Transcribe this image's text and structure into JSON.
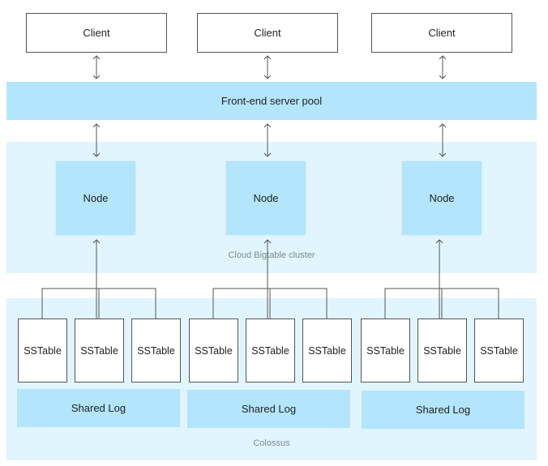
{
  "clients": [
    "Client",
    "Client",
    "Client"
  ],
  "frontend": {
    "label": "Front-end server pool"
  },
  "cluster": {
    "label": "Cloud Bigtable cluster",
    "nodes": [
      "Node",
      "Node",
      "Node"
    ]
  },
  "colossus": {
    "label": "Colossus",
    "groups": [
      {
        "sstables": [
          "SSTable",
          "SSTable",
          "SSTable"
        ],
        "log": "Shared Log"
      },
      {
        "sstables": [
          "SSTable",
          "SSTable",
          "SSTable"
        ],
        "log": "Shared Log"
      },
      {
        "sstables": [
          "SSTable",
          "SSTable",
          "SSTable"
        ],
        "log": "Shared Log"
      }
    ]
  },
  "colors": {
    "band": "#b3e5fc",
    "panel": "#e1f5fe",
    "line": "#555555"
  }
}
